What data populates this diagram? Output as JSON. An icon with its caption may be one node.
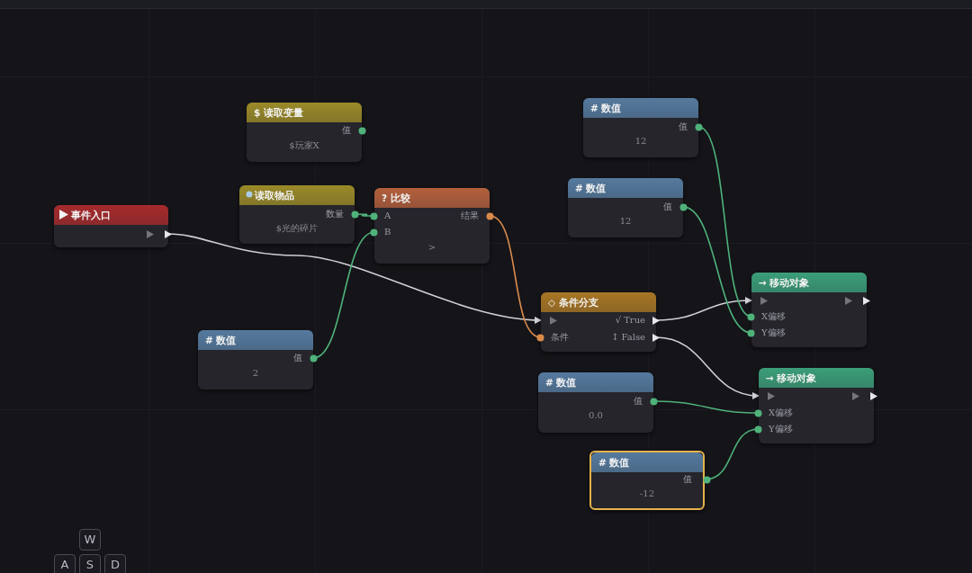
{
  "diagram": {
    "nodes": [
      {
        "text": [
          "# 数值",
          "值",
          "12"
        ]
      },
      {
        "text": [
          "$ 读取变量",
          "值",
          "$玩家X"
        ]
      },
      {
        "text": [
          "# 数值",
          "值",
          "12"
        ]
      },
      {
        "text": [
          "读取物品",
          "数量",
          "$光的碎片"
        ]
      },
      {
        "text": [
          "? 比较",
          "A",
          "B",
          "结果",
          ">"
        ]
      },
      {
        "text": [
          "事件入口"
        ]
      },
      {
        "text": [
          "→ 移动对象",
          "X偏移",
          "Y偏移"
        ]
      },
      {
        "text": [
          "◇ 条件分支",
          "条件",
          "√ True",
          "↕ False"
        ]
      },
      {
        "text": [
          "# 数值",
          "值",
          "2"
        ]
      },
      {
        "text": [
          "→ 移动对象",
          "X偏移",
          "Y偏移"
        ]
      },
      {
        "text": [
          "# 数值",
          "值",
          "0.0"
        ]
      },
      {
        "text": [
          "# 数值",
          "值",
          "-12"
        ]
      },
      {
        "text": [
          "W"
        ]
      },
      {
        "text": [
          "A"
        ]
      },
      {
        "text": [
          "S"
        ]
      },
      {
        "text": [
          "D"
        ]
      }
    ],
    "edges": [
      {
        "from": 5,
        "to": 7,
        "arrow": "to",
        "color": "#cfcfd4"
      },
      {
        "from": 3,
        "to": 4,
        "arrow": "none"
      },
      {
        "from": 8,
        "to": 4,
        "arrow": "none"
      },
      {
        "from": 4,
        "to": 7,
        "arrow": "none",
        "color": "#d98a4a"
      },
      {
        "from": 7,
        "to": 6,
        "arrow": "to",
        "color": "#cfcfd4"
      },
      {
        "from": 7,
        "to": 9,
        "arrow": "to",
        "color": "#cfcfd4"
      },
      {
        "from": 0,
        "to": 6,
        "arrow": "none"
      },
      {
        "from": 2,
        "to": 6,
        "arrow": "none"
      },
      {
        "from": 10,
        "to": 9,
        "arrow": "none"
      },
      {
        "from": 11,
        "to": 9,
        "arrow": "none"
      }
    ]
  }
}
